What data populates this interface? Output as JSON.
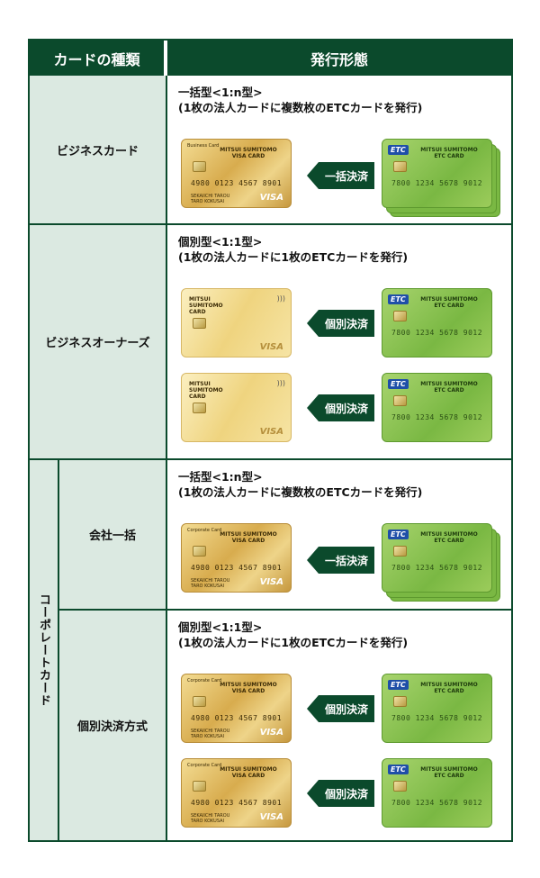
{
  "header": {
    "left": "カードの種類",
    "right": "発行形態"
  },
  "rows": {
    "business": {
      "label": "ビジネスカード",
      "line1": "一括型<1:n型>",
      "line2": "(1枚の法人カードに複数枚のETCカードを発行)",
      "arrow": "一括決済"
    },
    "owners": {
      "label": "ビジネスオーナーズ",
      "line1": "個別型<1:1型>",
      "line2": "(1枚の法人カードに1枚のETCカードを発行)",
      "arrow": "個別決済"
    },
    "corporate_group": "コーポレートカード",
    "corp_bulk": {
      "label": "会社一括",
      "line1": "一括型<1:n型>",
      "line2": "(1枚の法人カードに複数枚のETCカードを発行)",
      "arrow": "一括決済"
    },
    "corp_indiv": {
      "label": "個別決済方式",
      "line1": "個別型<1:1型>",
      "line2": "(1枚の法人カードに1枚のETCカードを発行)",
      "arrow": "個別決済"
    }
  },
  "cards": {
    "business_tag": "Business Card",
    "corporate_tag": "Corporate Card",
    "mitsui_left": "MITSUI SUMITOMO\nVISA CARD",
    "mitsui_owner": "MITSUI\nSUMITOMO\nCARD",
    "etc_label": "ETC",
    "etc_brand": "MITSUI SUMITOMO\nETC CARD",
    "number": "4980 0123 4567 8901",
    "etc_number": "7800 1234 5678 9012",
    "holder": "SEKAIICHI TAROU\nTARO KOKUSAI",
    "visa": "VISA"
  },
  "colors": {
    "accent": "#0b4a2c",
    "label_bg": "#dbe9e1"
  }
}
